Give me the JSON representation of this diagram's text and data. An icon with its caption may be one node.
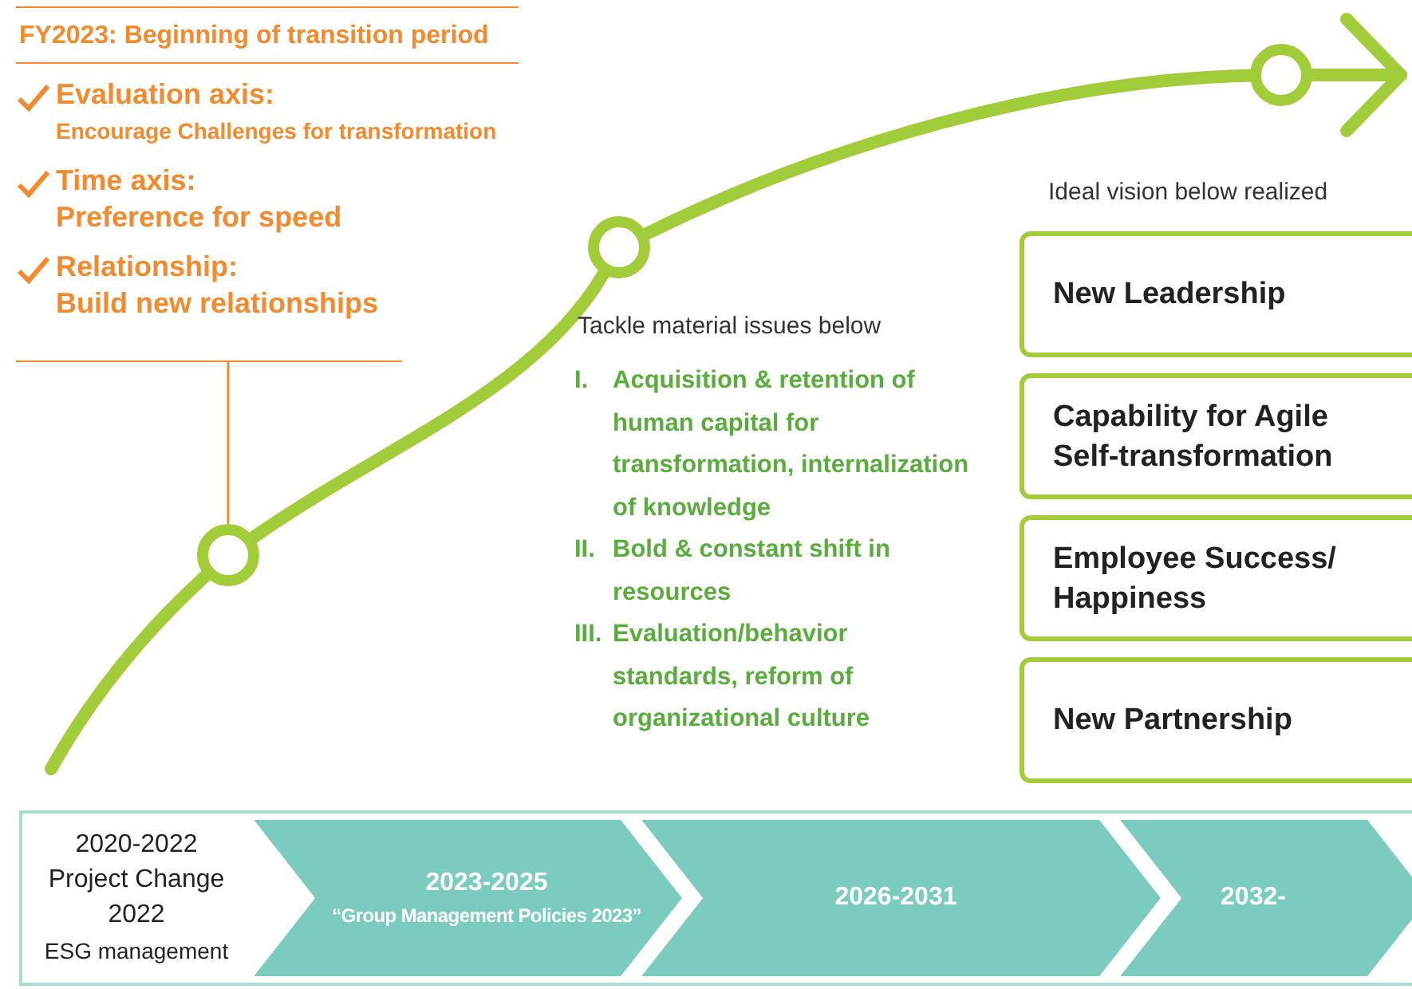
{
  "diagram": {
    "nodes": [
      {
        "text": [
          "FY2023: Beginning of transition period",
          "Evaluation axis:",
          "Encourage Challenges for transformation",
          "Time axis:",
          "Preference for speed",
          "Relationship:",
          "Build new relationships"
        ]
      },
      {
        "text": [],
        "shape": "circle"
      },
      {
        "text": [],
        "shape": "circle"
      },
      {
        "text": [],
        "shape": "circle"
      },
      {
        "text": [
          "New Leadership"
        ]
      },
      {
        "text": [
          "Capability for Agile Self-transformation"
        ]
      },
      {
        "text": [
          "Employee Success/ Happiness"
        ]
      },
      {
        "text": [
          "New Partnership"
        ]
      },
      {
        "text": [
          "2020-2022",
          "Project Change",
          "2022",
          "ESG management"
        ]
      },
      {
        "text": [
          "2023-2025",
          "“Group Management Policies 2023”"
        ],
        "in": 8
      },
      {
        "text": [
          "2026-2031"
        ],
        "in": 8
      },
      {
        "text": [
          "2032-"
        ],
        "in": 8
      }
    ],
    "edges": [
      {
        "from": 0,
        "to": 1,
        "arrow": "none",
        "color": "#f28a30"
      },
      {
        "from": null,
        "to": 1,
        "arrow": "none"
      },
      {
        "from": 1,
        "to": 2,
        "arrow": "none"
      },
      {
        "from": 2,
        "to": 3,
        "arrow": "none"
      },
      {
        "from": 3,
        "to": null,
        "arrow": "to"
      }
    ],
    "labels": [
      "Tackle material issues below",
      "I.",
      "Acquisition & retention of human capital for transformation, internalization of knowledge",
      "II.",
      "Bold & constant shift in resources",
      "III.",
      "Evaluation/behavior standards, reform of organizational culture",
      "Ideal vision below realized"
    ]
  }
}
